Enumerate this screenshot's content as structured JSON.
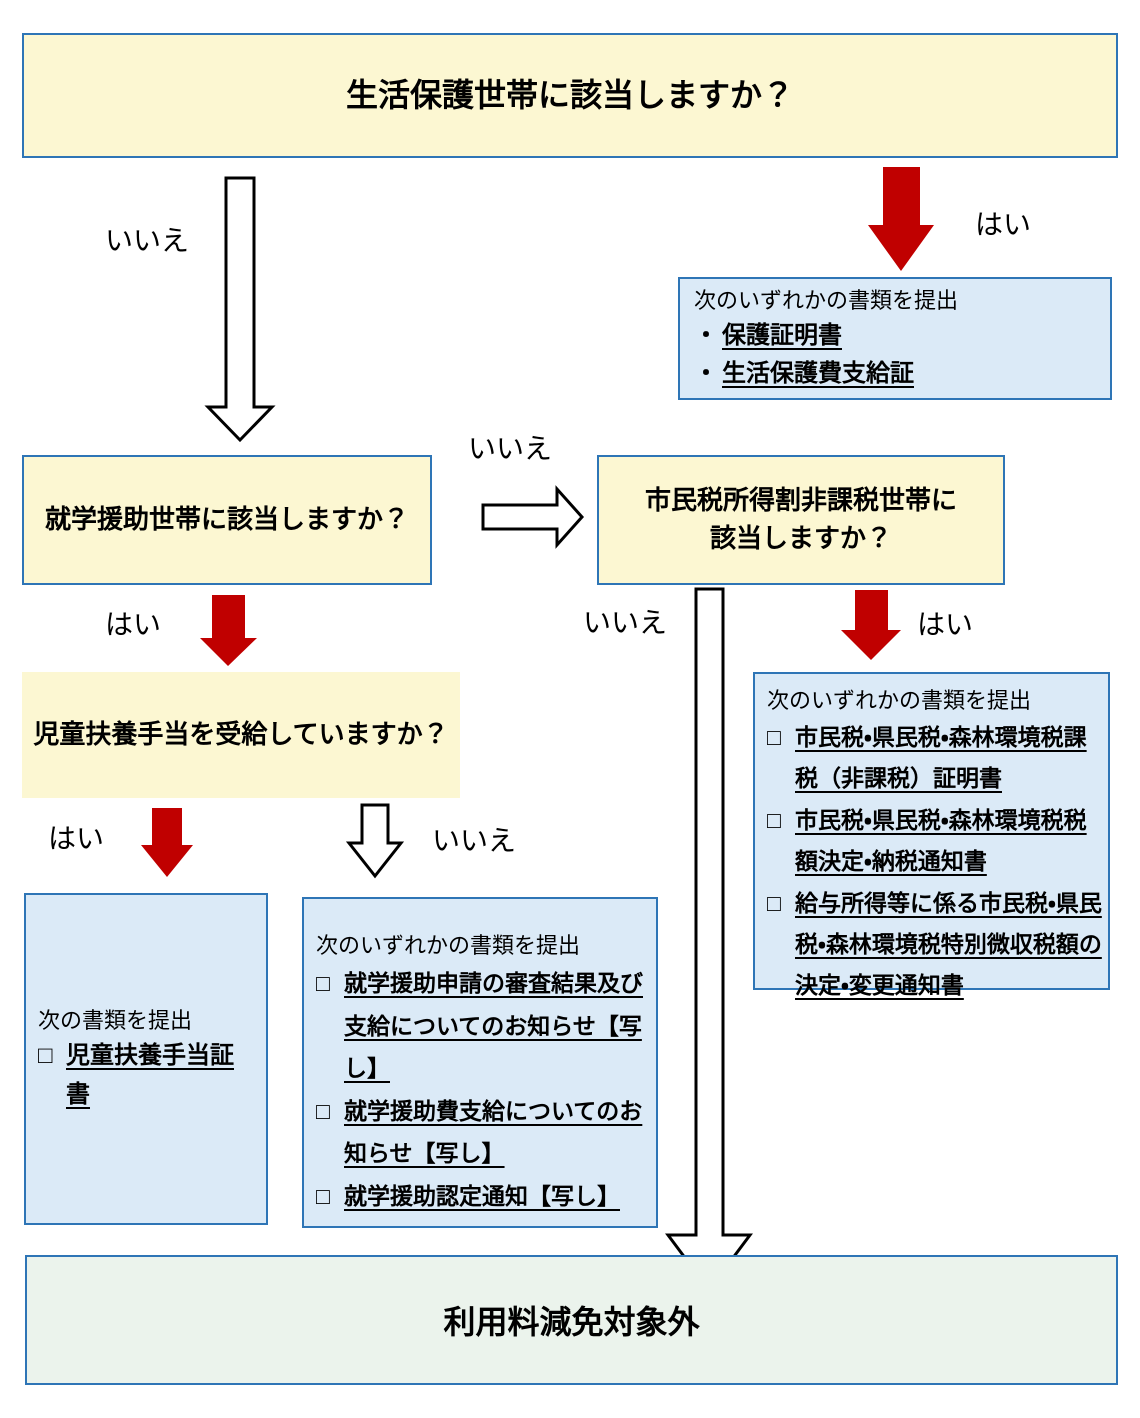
{
  "labels": {
    "yes": "はい",
    "no": "いいえ"
  },
  "questions": {
    "q1": "生活保護世帯に該当しますか？",
    "q2": "就学援助世帯に該当しますか？",
    "q3_line1": "市民税所得割非課税世帯に",
    "q3_line2": "該当しますか？",
    "q4": "児童扶養手当を受給していますか？"
  },
  "doc_boxes": {
    "protection": {
      "header": "次のいずれかの書類を提出",
      "marker": "・",
      "items": [
        "保護証明書",
        "生活保護費支給証"
      ]
    },
    "child_allowance": {
      "header": "次の書類を提出",
      "marker": "□",
      "items": [
        "児童扶養手当証書"
      ]
    },
    "school_aid": {
      "header": "次のいずれかの書類を提出",
      "marker": "□",
      "items": [
        "就学援助申請の審査結果及び支給についてのお知らせ【写し】",
        "就学援助費支給についてのお知らせ【写し】",
        "就学援助認定通知【写し】"
      ]
    },
    "tax": {
      "header": "次のいずれかの書類を提出",
      "marker": "□",
      "items": [
        "市民税・県民税・森林環境税課税（非課税）証明書",
        "市民税・県民税・森林環境税税額決定・納税通知書",
        "給与所得等に係る市民税・県民税・森林環境税特別微収税額の決定・変更通知書"
      ]
    }
  },
  "result": {
    "text": "利用料減免対象外"
  },
  "colors": {
    "question_fill": "#FCF7D2",
    "doc_fill": "#DBEAF7",
    "result_fill": "#EBF3EC",
    "border_blue": "#2E75B6",
    "arrow_red": "#C00000"
  }
}
